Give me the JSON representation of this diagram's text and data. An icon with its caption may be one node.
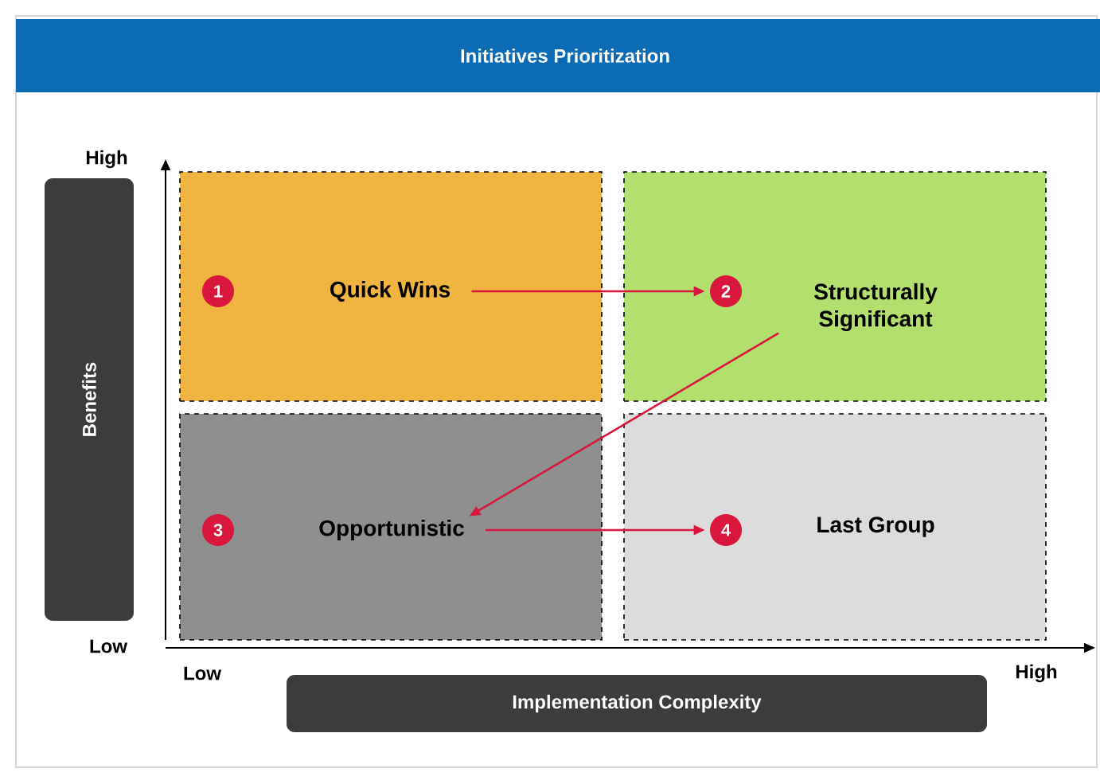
{
  "diagram": {
    "title": "Initiatives Prioritization",
    "nodes": [
      {
        "text": [
          "Benefits"
        ]
      },
      {
        "text": [],
        "shape": "box"
      },
      {
        "text": [
          "1"
        ],
        "in": 1
      },
      {
        "text": [
          "Quick Wins"
        ],
        "in": 1
      },
      {
        "text": [],
        "shape": "box"
      },
      {
        "text": [
          "2"
        ],
        "in": 4
      },
      {
        "text": [
          "Structurally Significant"
        ],
        "in": 4
      },
      {
        "text": [],
        "shape": "box"
      },
      {
        "text": [
          "3"
        ],
        "in": 7
      },
      {
        "text": [
          "Opportunistic"
        ],
        "in": 7
      },
      {
        "text": [],
        "shape": "box"
      },
      {
        "text": [
          "4"
        ],
        "in": 10
      },
      {
        "text": [
          "Last Group"
        ],
        "in": 10
      },
      {
        "text": [
          "Implementation Complexity"
        ]
      }
    ],
    "edges": [
      {
        "from": 3,
        "to": 5,
        "arrow": "to"
      },
      {
        "from": 6,
        "to": 9,
        "arrow": "to"
      },
      {
        "from": 9,
        "to": 11,
        "arrow": "to"
      }
    ],
    "labels": [
      "High",
      "Low",
      "Low",
      "High"
    ]
  }
}
